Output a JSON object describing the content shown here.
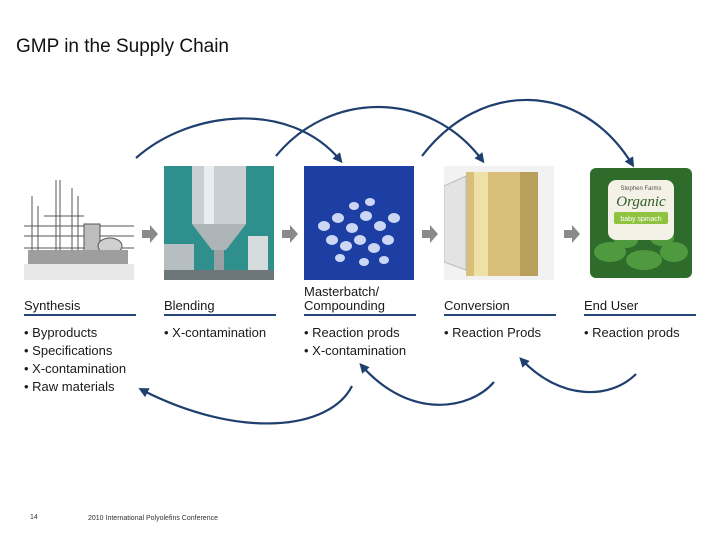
{
  "slide": {
    "title": "GMP in the Supply Chain",
    "page_number": "14",
    "footer": "2010 International Polyolefins Conference"
  },
  "stages": [
    {
      "label": "Synthesis",
      "items": [
        "Byproducts",
        "Specifications",
        "X-contamination",
        "Raw materials"
      ]
    },
    {
      "label": "Blending",
      "items": [
        "X-contamination"
      ]
    },
    {
      "label": "Masterbatch/ Compounding",
      "items": [
        "Reaction prods",
        "X-contamination"
      ]
    },
    {
      "label": "Conversion",
      "items": [
        "Reaction Prods"
      ]
    },
    {
      "label": "End User",
      "items": [
        "Reaction prods"
      ]
    }
  ],
  "package_text": {
    "brand": "Stephen Farms",
    "name": "Organic",
    "product": "baby spinach"
  },
  "colors": {
    "underline": "#27467a",
    "flow_arrow": "#1f3f6e",
    "step_arrow": "#8a8a8a"
  }
}
